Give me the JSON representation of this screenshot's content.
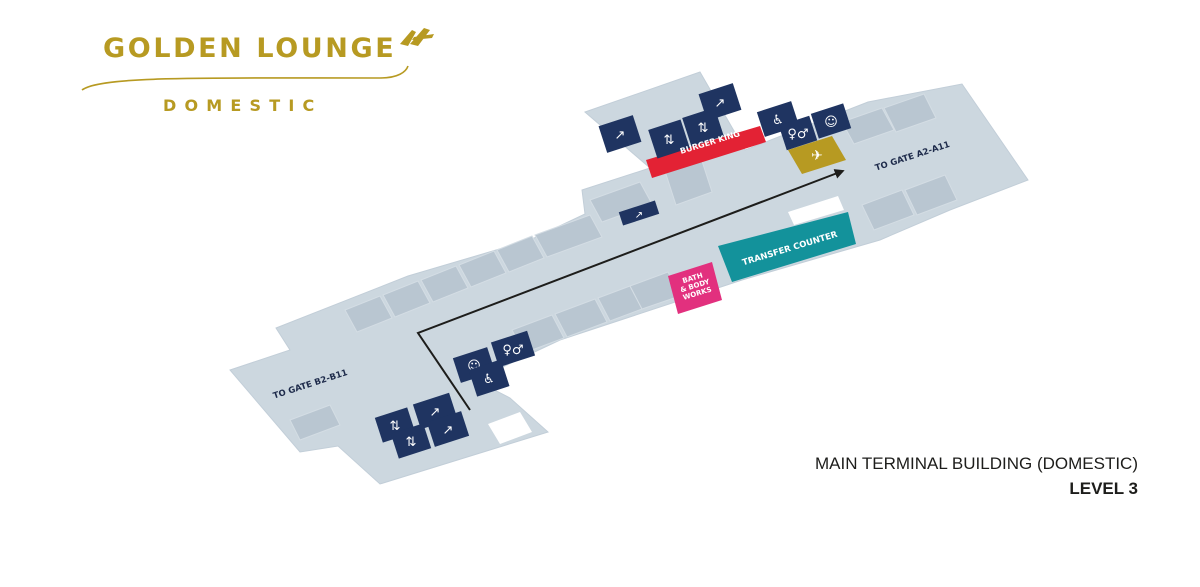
{
  "colors": {
    "gold": "#b79a22",
    "navy": "#1f3461",
    "floor": "#ccd7df",
    "floor_dark": "#b9c6d1",
    "burger_king": "#e32234",
    "transfer": "#13929b",
    "bath_body": "#e2307e",
    "route": "#1d1d1b"
  },
  "brand": {
    "title": "GOLDEN LOUNGE",
    "subtitle": "DOMESTIC",
    "logo_icon": "malaysia-airlines-kite-icon"
  },
  "building": {
    "name": "MAIN TERMINAL BUILDING (DOMESTIC)",
    "level": "LEVEL 3"
  },
  "gates": {
    "a": "TO GATE A2-A11",
    "b": "TO GATE B2-B11"
  },
  "shops": {
    "burger_king": "BURGER KING",
    "transfer_counter": "TRANSFER COUNTER",
    "bath_body": [
      "BATH",
      "& BODY",
      "WORKS"
    ]
  },
  "icons": {
    "escalator": "escalator-icon",
    "lift": "lift-icon",
    "toilet": "toilet-icon",
    "accessible": "accessible-toilet-icon",
    "baby": "baby-care-icon",
    "lounge": "golden-lounge-icon",
    "route": "route-arrow-icon"
  }
}
